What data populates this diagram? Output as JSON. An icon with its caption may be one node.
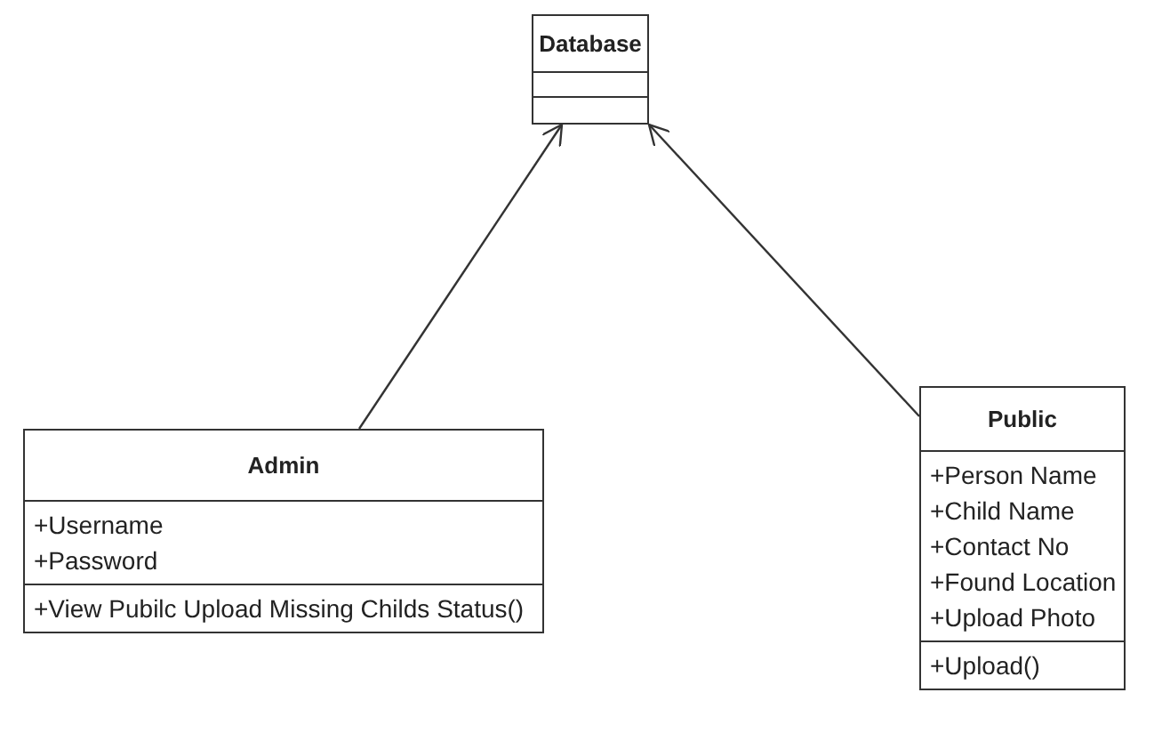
{
  "diagram": {
    "nodes": [
      {
        "text": [
          "Database"
        ]
      },
      {
        "text": [
          "Admin",
          "+Username",
          "+Password",
          "+View Pubilc Upload Missing Childs Status()"
        ]
      },
      {
        "text": [
          "Public",
          "+Person Name",
          "+Child Name",
          "+Contact No",
          "+Found Location",
          "+Upload Photo",
          "+Upload()"
        ]
      }
    ],
    "edges": [
      {
        "from": 1,
        "to": 0,
        "arrow": "to"
      },
      {
        "from": 2,
        "to": 0,
        "arrow": "to"
      }
    ]
  }
}
